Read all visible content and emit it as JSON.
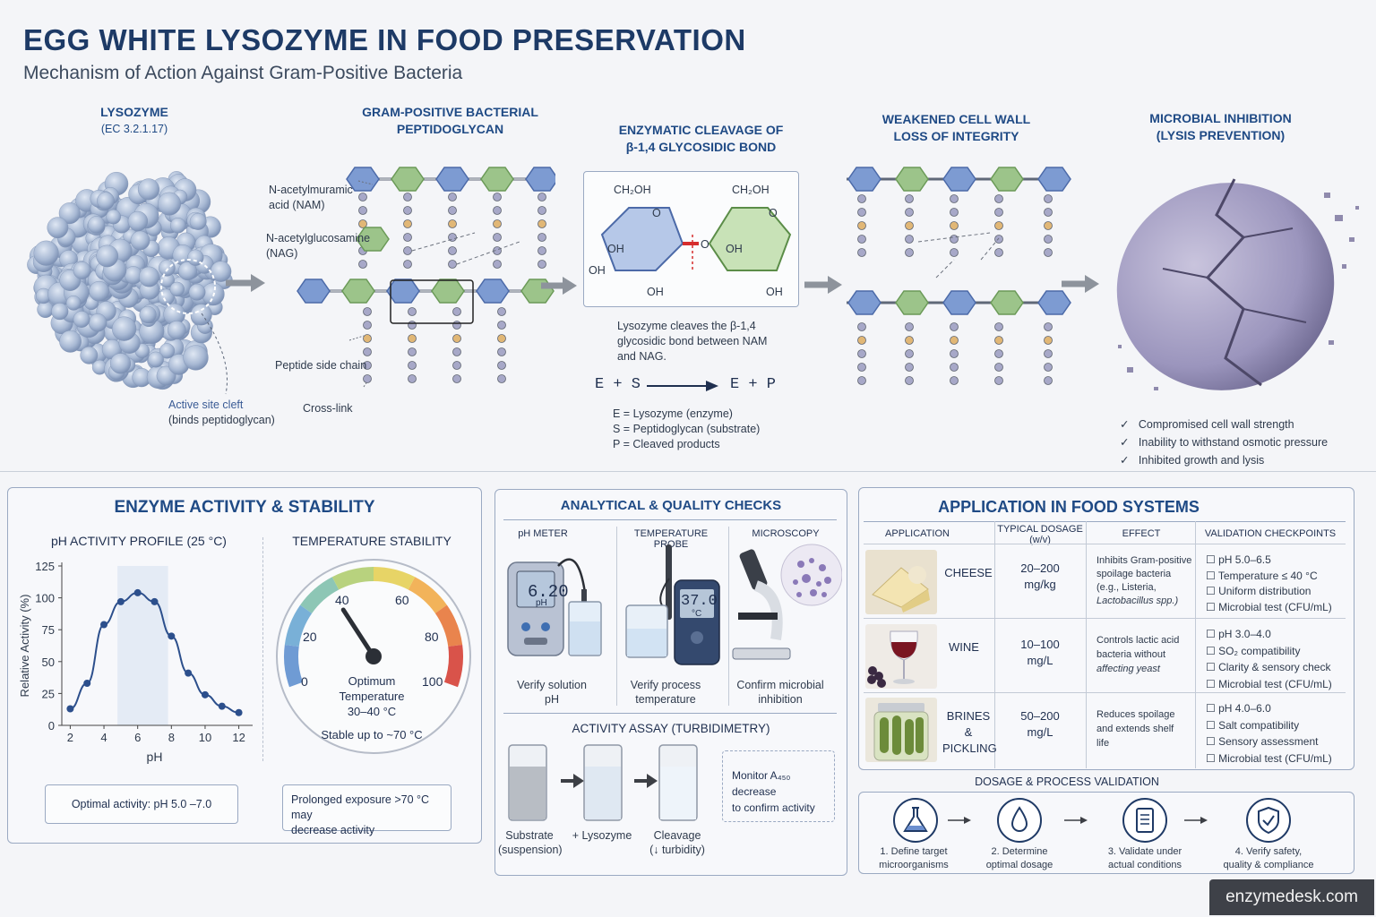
{
  "header": {
    "title": "EGG WHITE LYSOZYME IN FOOD PRESERVATION",
    "subtitle": "Mechanism of Action Against Gram-Positive Bacteria"
  },
  "mechanism": {
    "step1": {
      "title": "LYSOZYME",
      "subtitle": "(EC 3.2.1.17)",
      "active_site": "Active site cleft",
      "active_site_sub": "(binds peptidoglycan)"
    },
    "step2": {
      "title_l1": "GRAM-POSITIVE BACTERIAL",
      "title_l2": "PEPTIDOGLYCAN",
      "nam_l1": "N-acetylmuramic",
      "nam_l2": "acid (NAM)",
      "nag_l1": "N-acetylglucosamine",
      "nag_l2": "(NAG)",
      "peptide": "Peptide side chain",
      "crosslink": "Cross-link"
    },
    "step3": {
      "title_l1": "ENZYMATIC CLEAVAGE OF",
      "title_l2": "β-1,4 GLYCOSIDIC BOND",
      "ch2oh": "CH₂OH",
      "o": "O",
      "oh": "OH",
      "desc_l1": "Lysozyme cleaves the β-1,4",
      "desc_l2": "glycosidic bond between NAM",
      "desc_l3": "and NAG.",
      "eq_left": "E + S",
      "eq_right": "E + P",
      "legend_e": "E = Lysozyme (enzyme)",
      "legend_s": "S = Peptidoglycan (substrate)",
      "legend_p": "P = Cleaved products"
    },
    "step4": {
      "title_l1": "WEAKENED CELL WALL",
      "title_l2": "LOSS OF INTEGRITY"
    },
    "step5": {
      "title_l1": "MICROBIAL INHIBITION",
      "title_l2": "(LYSIS PREVENTION)",
      "checks": [
        "Compromised cell wall strength",
        "Inability to withstand osmotic pressure",
        "Inhibited growth and lysis"
      ]
    }
  },
  "activity": {
    "title": "ENZYME ACTIVITY & STABILITY",
    "ph_title": "pH ACTIVITY PROFILE (25 °C)",
    "temp_title": "TEMPERATURE STABILITY",
    "gauge_labels": [
      "0",
      "20",
      "40",
      "60",
      "80",
      "100"
    ],
    "gauge_optimum_l1": "Optimum",
    "gauge_optimum_l2": "Temperature",
    "gauge_optimum_l3": "30–40 °C",
    "gauge_stable": "Stable up to ~70 °C",
    "ph_note": "Optimal activity: pH 5.0 –7.0",
    "temp_note_l1": "Prolonged exposure >70 °C may",
    "temp_note_l2": "decrease activity",
    "gauge_value": 35
  },
  "chart_data": {
    "type": "line",
    "title": "pH ACTIVITY PROFILE (25 °C)",
    "xlabel": "pH",
    "ylabel": "Relative Activity (%)",
    "x": [
      2,
      3,
      4,
      5,
      6,
      7,
      8,
      9,
      10,
      11,
      12
    ],
    "y": [
      13,
      33,
      79,
      97,
      104,
      97,
      70,
      41,
      24,
      15,
      10
    ],
    "xlim": [
      1.5,
      12.5
    ],
    "ylim": [
      0,
      125
    ],
    "xticks": [
      "2",
      "4",
      "6",
      "8",
      "10",
      "12"
    ],
    "yticks": [
      "0",
      "25",
      "50",
      "75",
      "100",
      "125"
    ],
    "shaded_range": [
      4.8,
      7.8
    ],
    "color": "#2c4f8c"
  },
  "qa": {
    "title": "ANALYTICAL & QUALITY CHECKS",
    "cols": [
      {
        "title": "pH METER",
        "cap_l1": "Verify solution",
        "cap_l2": "pH",
        "readout": "6.20",
        "unit": "pH"
      },
      {
        "title": "TEMPERATURE PROBE",
        "cap_l1": "Verify process",
        "cap_l2": "temperature",
        "readout": "37.0",
        "unit": "°C"
      },
      {
        "title": "MICROSCOPY",
        "cap_l1": "Confirm microbial",
        "cap_l2": "inhibition"
      }
    ],
    "assay_title": "ACTIVITY ASSAY (TURBIDIMETRY)",
    "assay_steps": [
      {
        "l1": "Substrate",
        "l2": "(suspension)"
      },
      {
        "l1": "+ Lysozyme",
        "l2": ""
      },
      {
        "l1": "Cleavage",
        "l2": "(↓ turbidity)"
      }
    ],
    "assay_note_l1": "Monitor A₄₅₀ decrease",
    "assay_note_l2": "to confirm activity"
  },
  "applications": {
    "title": "APPLICATION IN FOOD SYSTEMS",
    "headers": [
      "APPLICATION",
      "TYPICAL DOSAGE",
      "(w/v)",
      "EFFECT",
      "VALIDATION CHECKPOINTS"
    ],
    "rows": [
      {
        "name_l1": "CHEESE",
        "name_l2": "",
        "dose_l1": "20–200",
        "dose_l2": "mg/kg",
        "effect": [
          "Inhibits Gram-positive",
          "spoilage bacteria",
          "(e.g., Listeria,",
          "Lactobacillus spp.)"
        ],
        "checks": [
          "☐ pH 5.0–6.5",
          "☐ Temperature ≤ 40 °C",
          "☐ Uniform distribution",
          "☐ Microbial test (CFU/mL)"
        ]
      },
      {
        "name_l1": "WINE",
        "name_l2": "",
        "dose_l1": "10–100",
        "dose_l2": "mg/L",
        "effect": [
          "Controls lactic acid",
          "bacteria without",
          "affecting yeast"
        ],
        "checks": [
          "☐ pH 3.0–4.0",
          "☐ SO₂ compatibility",
          "☐ Clarity & sensory check",
          "☐ Microbial test (CFU/mL)"
        ]
      },
      {
        "name_l1": "BRINES &",
        "name_l2": "PICKLING",
        "dose_l1": "50–200",
        "dose_l2": "mg/L",
        "effect": [
          "Reduces spoilage",
          "and extends shelf",
          "life"
        ],
        "checks": [
          "☐ pH 4.0–6.0",
          "☐ Salt compatibility",
          "☐ Sensory assessment",
          "☐ Microbial test (CFU/mL)"
        ]
      }
    ],
    "validation_title": "DOSAGE & PROCESS VALIDATION",
    "validation_steps": [
      {
        "l1": "1. Define target",
        "l2": "microorganisms"
      },
      {
        "l1": "2. Determine",
        "l2": "optimal dosage"
      },
      {
        "l1": "3. Validate under",
        "l2": "actual conditions"
      },
      {
        "l1": "4. Verify safety,",
        "l2": "quality & compliance"
      }
    ]
  },
  "footer": {
    "site": "enzymedesk.com"
  },
  "colors": {
    "nam_blue": "#7d9bd2",
    "nag_green": "#9cc48a",
    "accent": "#1f4a85"
  }
}
